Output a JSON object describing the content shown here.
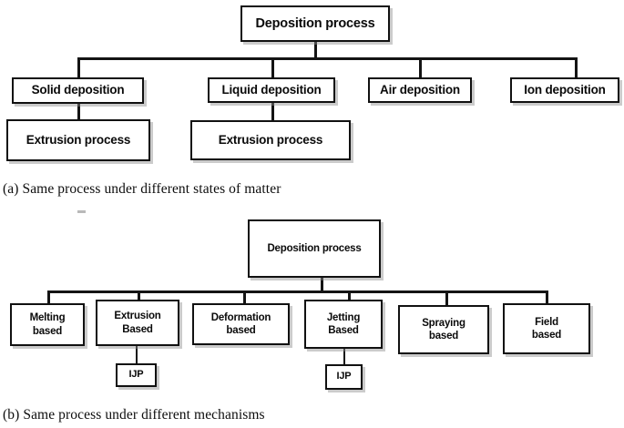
{
  "figure": {
    "title": "Deposition process classification figure",
    "background_color": "#ffffff",
    "line_color": "#141414",
    "box_border_color": "#111111",
    "text_color": "#0a0a0a"
  },
  "panel_a": {
    "caption": "(a) Same process under different states of matter",
    "root": {
      "label": "Deposition process"
    },
    "children": [
      {
        "label": "Solid deposition"
      },
      {
        "label": "Liquid deposition"
      },
      {
        "label": "Air deposition"
      },
      {
        "label": "Ion deposition"
      }
    ],
    "grandchildren": [
      {
        "label": "Extrusion process",
        "parent": "Solid deposition"
      },
      {
        "label": "Extrusion process",
        "parent": "Liquid deposition"
      }
    ]
  },
  "panel_b": {
    "caption": "(b) Same process under different mechanisms",
    "root": {
      "label": "Deposition process"
    },
    "children": [
      {
        "line1": "Melting",
        "line2": "based"
      },
      {
        "line1": "Extrusion",
        "line2": "Based"
      },
      {
        "line1": "Deformation",
        "line2": "based"
      },
      {
        "line1": "Jetting",
        "line2": "Based"
      },
      {
        "line1": "Spraying",
        "line2": "based"
      },
      {
        "line1": "Field",
        "line2": "based"
      }
    ],
    "grandchildren": [
      {
        "label": "IJP",
        "parent": "Extrusion Based"
      },
      {
        "label": "IJP",
        "parent": "Jetting Based"
      }
    ]
  }
}
